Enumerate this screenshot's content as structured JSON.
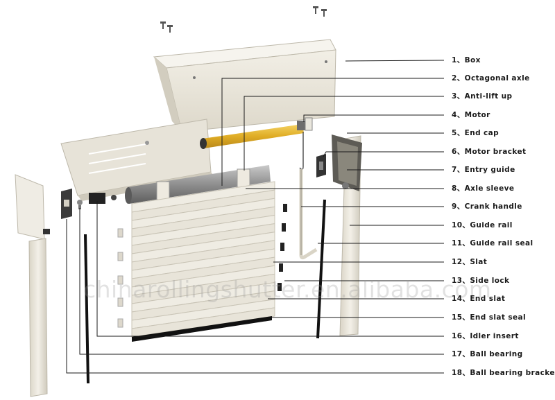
{
  "legend": [
    {
      "num": "1",
      "label": "Box"
    },
    {
      "num": "2",
      "label": "Octagonal axle"
    },
    {
      "num": "3",
      "label": "Anti-lift up"
    },
    {
      "num": "4",
      "label": "Motor"
    },
    {
      "num": "5",
      "label": "End cap"
    },
    {
      "num": "6",
      "label": "Motor bracket"
    },
    {
      "num": "7",
      "label": "Entry guide"
    },
    {
      "num": "8",
      "label": "Axle sleeve"
    },
    {
      "num": "9",
      "label": "Crank handle"
    },
    {
      "num": "10",
      "label": "Guide rail"
    },
    {
      "num": "11",
      "label": "Guide rail seal"
    },
    {
      "num": "12",
      "label": "Slat"
    },
    {
      "num": "13",
      "label": "Side lock"
    },
    {
      "num": "14",
      "label": "End slat"
    },
    {
      "num": "15",
      "label": "End slat seal"
    },
    {
      "num": "16",
      "label": "Idler insert"
    },
    {
      "num": "17",
      "label": "Ball bearing"
    },
    {
      "num": "18",
      "label": "Ball bearing bracket"
    }
  ],
  "separator": "、",
  "watermark": "chinarollingshutter.en.alibaba.com",
  "colors": {
    "panel": "#ece8dc",
    "panel_shade": "#d7d2c4",
    "axle": "#e1b12c",
    "line": "#222222",
    "seal": "#111111",
    "metal": "#9a9a9a"
  }
}
